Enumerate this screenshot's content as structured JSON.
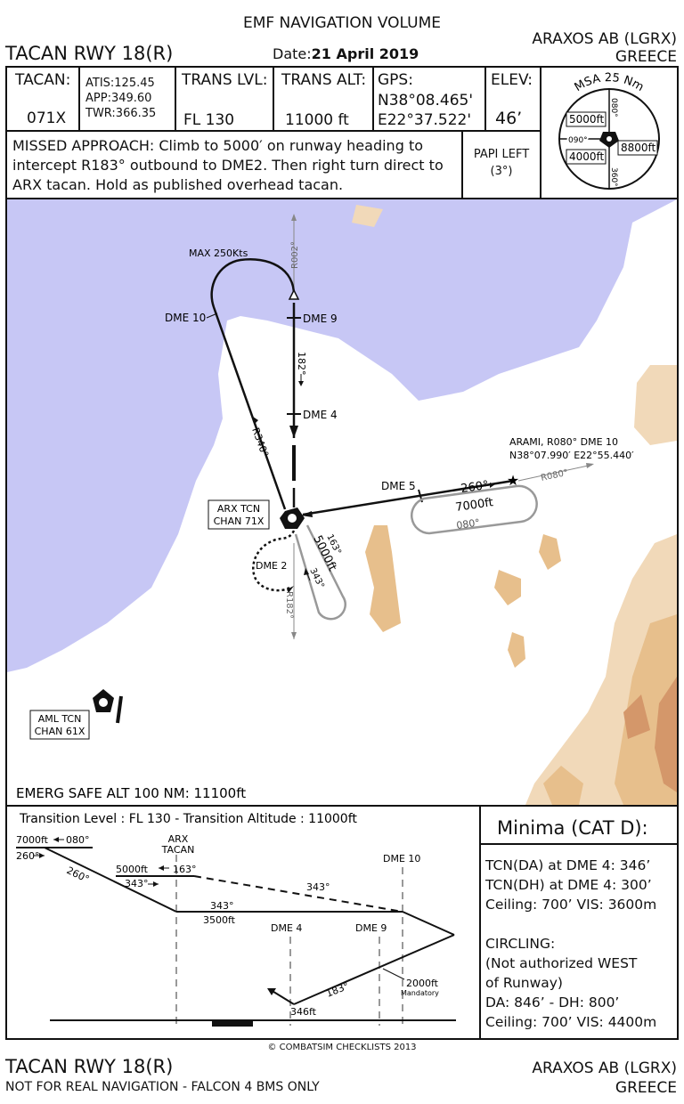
{
  "header": {
    "volume": "EMF NAVIGATION VOLUME",
    "title": "TACAN RWY 18(R)",
    "date_label": "Date:",
    "date_value": "21 April 2019",
    "airport": "ARAXOS AB (LGRX)",
    "country": "GREECE"
  },
  "info": {
    "tacan_label": "TACAN:",
    "tacan_value": "071X",
    "atis": "ATIS:125.45",
    "app": "APP:349.60",
    "twr": "TWR:366.35",
    "trans_lvl_label": "TRANS LVL:",
    "trans_lvl_value": "FL 130",
    "trans_alt_label": "TRANS ALT:",
    "trans_alt_value": "11000 ft",
    "gps_label": "GPS:",
    "gps_lat": "N38°08.465'",
    "gps_lon": "E22°37.522'",
    "elev_label": "ELEV:",
    "elev_value": "46’",
    "missed_approach": "MISSED APPROACH: Climb to 5000′ on runway heading to intercept R183° outbound to DME2. Then right turn direct to ARX tacan. Hold as published overhead tacan.",
    "papi_line1": "PAPI LEFT",
    "papi_line2": "(3°)"
  },
  "msa": {
    "title": "MSA 25 Nm",
    "sector_nw": "5000ft",
    "sector_sw": "4000ft",
    "sector_e": "8800ft",
    "r080": "080°",
    "r090": "090°",
    "r360": "360°"
  },
  "plan": {
    "max_speed": "MAX 250Kts",
    "r002": "R002°",
    "dme10": "DME 10",
    "dme9": "DME 9",
    "crs182": "182°",
    "dme4": "DME 4",
    "r340": "R340°",
    "arami1": "ARAMI, R080° DME 10",
    "arami2": "N38°07.990′ E22°55.440′",
    "r080": "R080°",
    "dme5": "DME 5",
    "crs260": "260°",
    "hold_alt": "7000ft",
    "crs080": "080°",
    "arx_tcn1": "ARX TCN",
    "arx_tcn2": "CHAN 71X",
    "crs163": "163°",
    "hold5000": "5000ft",
    "crs343": "343°",
    "dme2": "DME 2",
    "r182": "R182°",
    "aml1": "AML TCN",
    "aml2": "CHAN 61X",
    "emerg": "EMERG SAFE ALT 100 NM: 11100ft"
  },
  "profile": {
    "title": "Transition Level : FL 130  -  Transition Altitude : 11000ft",
    "alt7000": "7000ft",
    "crs080": "080°",
    "crs260a": "260°",
    "crs260b": "260°",
    "arx1": "ARX",
    "arx2": "TACAN",
    "alt5000": "5000ft",
    "crs163": "163°",
    "crs343a": "343°",
    "crs343b": "343°",
    "crs343c": "343°",
    "alt3500": "3500ft",
    "dme10": "DME 10",
    "dme4": "DME 4",
    "dme9": "DME 9",
    "alt2000": "2000ft",
    "mandatory": "Mandatory",
    "crs183": "183°",
    "alt346": "346ft"
  },
  "minima": {
    "title": "Minima (CAT D):",
    "l1": "TCN(DA) at DME 4: 346’",
    "l2": "TCN(DH) at DME 4: 300’",
    "l3": "Ceiling: 700’ VIS: 3600m",
    "l4": "CIRCLING:",
    "l5": "(Not authorized WEST",
    "l6": "of Runway)",
    "l7": "DA: 846’ - DH: 800’",
    "l8": "Ceiling: 700’ VIS: 4400m"
  },
  "footer": {
    "copyright": "© COMBATSIM CHECKLISTS 2013",
    "title": "TACAN RWY 18(R)",
    "disclaimer": "NOT FOR REAL NAVIGATION - FALCON 4 BMS ONLY",
    "airport": "ARAXOS AB (LGRX)",
    "country": "GREECE"
  },
  "colors": {
    "water": "#c7c7f5",
    "terrain_light": "#f1d9b9",
    "terrain_mid": "#e7bf8c",
    "terrain_dark": "#d4976a"
  }
}
